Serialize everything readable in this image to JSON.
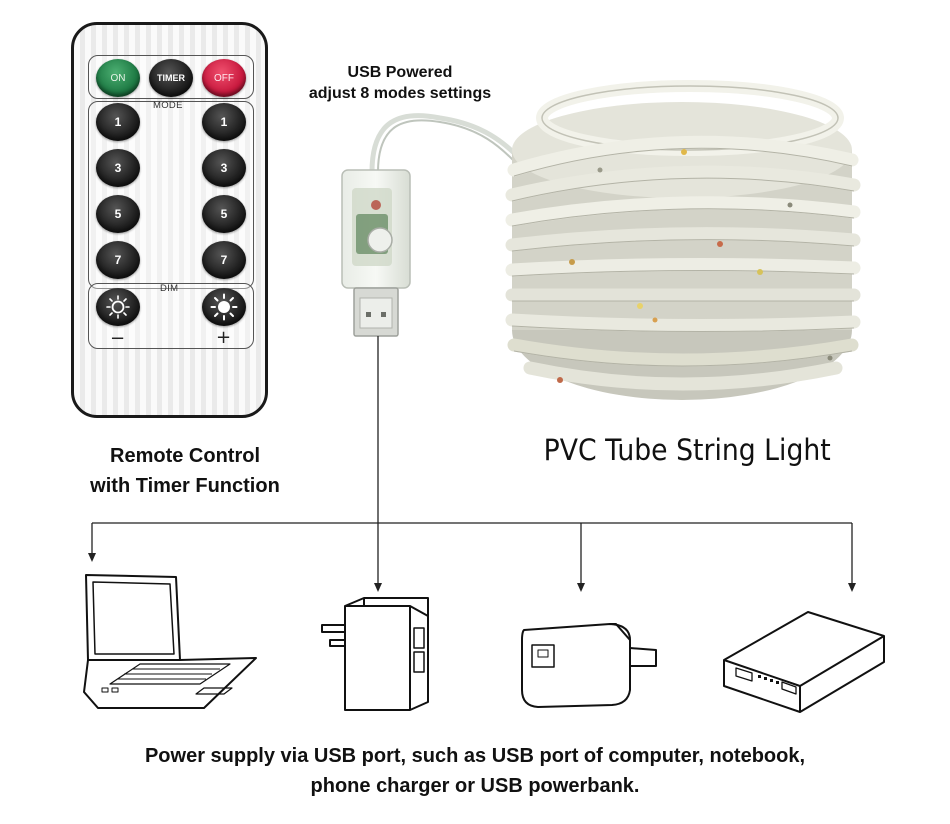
{
  "remote": {
    "buttons_top": [
      {
        "label": "ON",
        "color": "#1e7a44"
      },
      {
        "label": "TIMER",
        "color": "#111111"
      },
      {
        "label": "OFF",
        "color": "#c8193e"
      }
    ],
    "mode_label": "MODE",
    "mode_left": [
      "1",
      "3",
      "5",
      "7"
    ],
    "mode_right": [
      "1",
      "3",
      "5",
      "7"
    ],
    "dim_label": "DIM",
    "dim_minus": "−",
    "dim_plus": "+"
  },
  "usb_label_line1": "USB Powered",
  "usb_label_line2": "adjust 8 modes settings",
  "remote_caption_line1": "Remote Control",
  "remote_caption_line2": "with Timer Function",
  "tube_caption": "PVC Tube String Light",
  "bottom_caption_line1": "Power supply via USB port, such as USB port of computer, notebook,",
  "bottom_caption_line2": "phone charger or USB powerbank.",
  "devices": [
    "laptop-icon",
    "wall-adapter-icon",
    "phone-charger-icon",
    "powerbank-icon"
  ]
}
